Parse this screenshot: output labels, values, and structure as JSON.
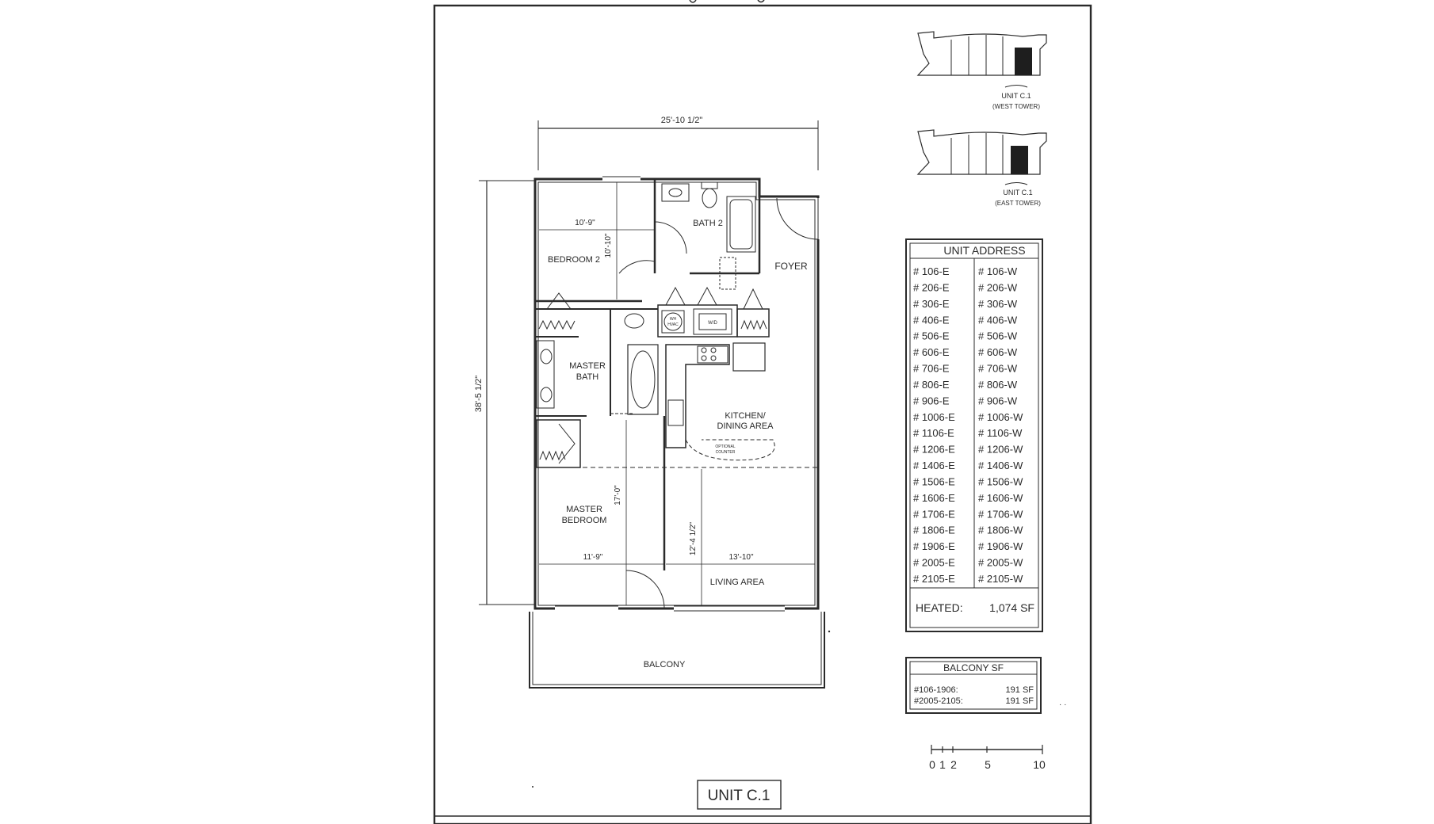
{
  "plan": {
    "rooms": {
      "bedroom2": "BEDROOM 2",
      "bath2": "BATH 2",
      "foyer": "FOYER",
      "master_bath_l1": "MASTER",
      "master_bath_l2": "BATH",
      "kitchen_l1": "KITCHEN/",
      "kitchen_l2": "DINING AREA",
      "optional_l1": "OPTIONAL",
      "optional_l2": "COUNTER",
      "master_bed_l1": "MASTER",
      "master_bed_l2": "BEDROOM",
      "living": "LIVING AREA",
      "balcony": "BALCONY",
      "wd": "W/D",
      "wh": "WH",
      "hvac": "HVAC"
    },
    "dimensions": {
      "overall_width": "25'-10 1/2\"",
      "overall_depth": "38'-5 1/2\"",
      "bed2_width": "10'-9\"",
      "bed2_depth": "10'-10\"",
      "master_depth": "17'-0\"",
      "master_width": "11'-9\"",
      "living_depth": "12'-4 1/2\"",
      "living_width": "13'-10\""
    }
  },
  "key_plans": [
    {
      "line1": "UNIT C.1",
      "line2": "(WEST TOWER)"
    },
    {
      "line1": "UNIT C.1",
      "line2": "(EAST TOWER)"
    }
  ],
  "unit_address": {
    "title": "UNIT ADDRESS",
    "east": [
      "# 106-E",
      "# 206-E",
      "# 306-E",
      "# 406-E",
      "# 506-E",
      "# 606-E",
      "# 706-E",
      "# 806-E",
      "# 906-E",
      "# 1006-E",
      "# 1106-E",
      "# 1206-E",
      "# 1406-E",
      "# 1506-E",
      "# 1606-E",
      "# 1706-E",
      "# 1806-E",
      "# 1906-E",
      "# 2005-E",
      "# 2105-E"
    ],
    "west": [
      "# 106-W",
      "# 206-W",
      "# 306-W",
      "# 406-W",
      "# 506-W",
      "# 606-W",
      "# 706-W",
      "# 806-W",
      "# 906-W",
      "# 1006-W",
      "# 1106-W",
      "# 1206-W",
      "# 1406-W",
      "# 1506-W",
      "# 1606-W",
      "# 1706-W",
      "# 1806-W",
      "# 1906-W",
      "# 2005-W",
      "# 2105-W"
    ],
    "heated_label": "HEATED:",
    "heated_value": "1,074 SF"
  },
  "balcony_sf": {
    "title": "BALCONY SF",
    "rows": [
      {
        "range": "#106-1906:",
        "value": "191 SF"
      },
      {
        "range": "#2005-2105:",
        "value": "191 SF"
      }
    ]
  },
  "scale_bar": {
    "labels": [
      "0",
      "1",
      "2",
      "5",
      "10"
    ]
  },
  "unit_title": "UNIT C.1"
}
